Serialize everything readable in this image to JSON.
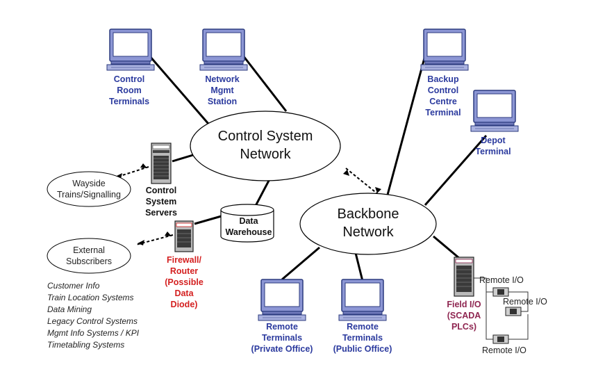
{
  "networks": {
    "control_system": [
      "Control System",
      "Network"
    ],
    "backbone": [
      "Backbone",
      "Network"
    ]
  },
  "terminals": {
    "control_room": [
      "Control",
      "Room",
      "Terminals"
    ],
    "network_mgmt": [
      "Network",
      "Mgmt",
      "Station"
    ],
    "backup_control": [
      "Backup",
      "Control",
      "Centre",
      "Terminal"
    ],
    "depot": [
      "Depot",
      "Terminal"
    ],
    "remote_private": [
      "Remote",
      "Terminals",
      "(Private Office)"
    ],
    "remote_public": [
      "Remote",
      "Terminals",
      "(Public Office)"
    ]
  },
  "servers": {
    "control_system_servers": [
      "Control",
      "System",
      "Servers"
    ]
  },
  "external": {
    "wayside": [
      "Wayside",
      "Trains/Signalling"
    ],
    "subscribers": [
      "External",
      "Subscribers"
    ]
  },
  "data_warehouse": [
    "Data",
    "Warehouse"
  ],
  "firewall": [
    "Firewall/",
    "Router",
    "(Possible",
    "Data",
    "Diode)"
  ],
  "field_io": [
    "Field I/O",
    "(SCADA",
    "PLCs)"
  ],
  "remote_io": [
    "Remote I/O",
    "Remote I/O",
    "Remote I/O"
  ],
  "external_systems": [
    "Customer Info",
    "Train Location Systems",
    "Data Mining",
    "Legacy Control Systems",
    "Mgmt Info Systems / KPI",
    "Timetabling Systems"
  ],
  "colors": {
    "terminal_label": "#2b3a9e",
    "firewall_label": "#d42020",
    "field_io_label": "#8e2550",
    "monitor_frame": "#7b86c9",
    "monitor_screen": "#ffffff"
  }
}
